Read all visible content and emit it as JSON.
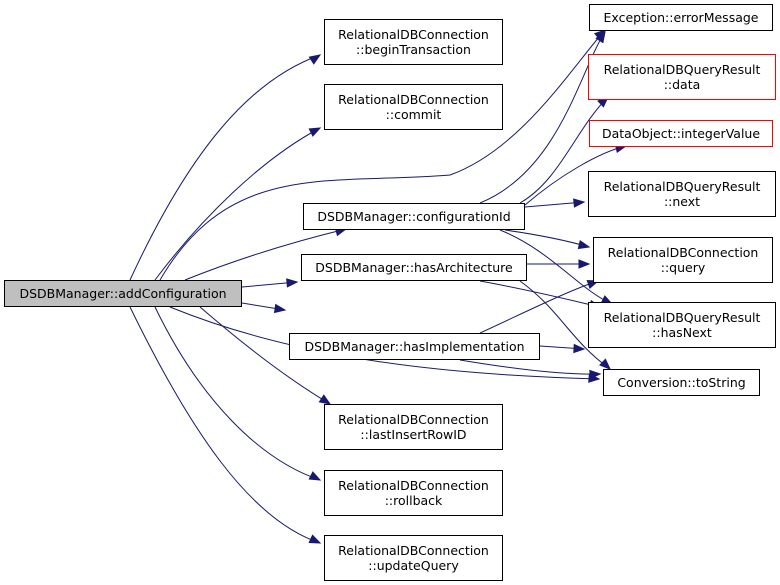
{
  "colors": {
    "edge": "#191970",
    "node_border": "#000000",
    "root_fill": "#bfbfbf",
    "undocumented_border": "#ff0000"
  },
  "nodes": {
    "root": {
      "line1": "DSDBManager::addConfiguration"
    },
    "beginTransaction": {
      "line1": "RelationalDBConnection",
      "line2": "::beginTransaction"
    },
    "commit": {
      "line1": "RelationalDBConnection",
      "line2": "::commit"
    },
    "configurationId": {
      "line1": "DSDBManager::configurationId"
    },
    "hasArchitecture": {
      "line1": "DSDBManager::hasArchitecture"
    },
    "hasImplementation": {
      "line1": "DSDBManager::hasImplementation"
    },
    "lastInsertRowID": {
      "line1": "RelationalDBConnection",
      "line2": "::lastInsertRowID"
    },
    "rollback": {
      "line1": "RelationalDBConnection",
      "line2": "::rollback"
    },
    "updateQuery": {
      "line1": "RelationalDBConnection",
      "line2": "::updateQuery"
    },
    "errorMessage": {
      "line1": "Exception::errorMessage"
    },
    "data": {
      "line1": "RelationalDBQueryResult",
      "line2": "::data"
    },
    "integerValue": {
      "line1": "DataObject::integerValue"
    },
    "next": {
      "line1": "RelationalDBQueryResult",
      "line2": "::next"
    },
    "query": {
      "line1": "RelationalDBConnection",
      "line2": "::query"
    },
    "hasNext": {
      "line1": "RelationalDBQueryResult",
      "line2": "::hasNext"
    },
    "toString": {
      "line1": "Conversion::toString"
    }
  }
}
